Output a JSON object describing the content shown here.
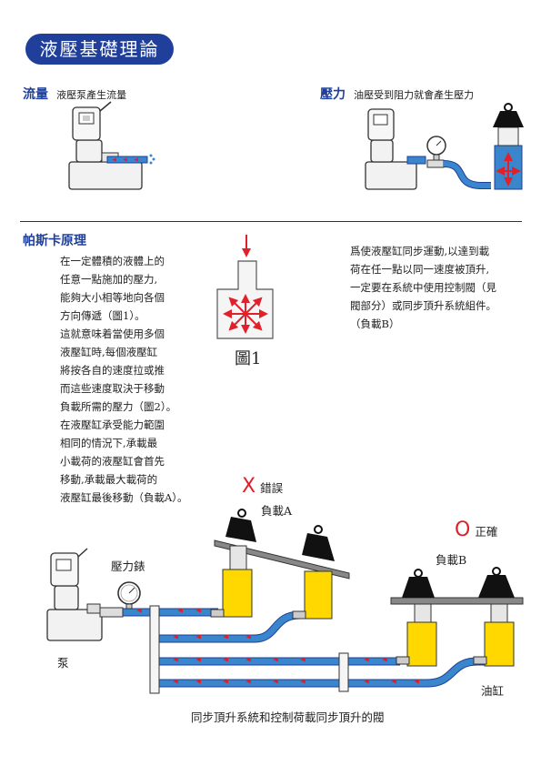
{
  "header": {
    "title": "液壓基礎理論"
  },
  "flow": {
    "heading": "流量",
    "desc": "液壓泵產生流量"
  },
  "pressure": {
    "heading": "壓力",
    "desc": "油壓受到阻力就會產生壓力"
  },
  "pascal": {
    "heading": "帕斯卡原理",
    "left_text": [
      "在一定體積的液體上的",
      "任意一點施加的壓力,",
      "能夠大小相等地向各個",
      "方向傳遞（圖1）。",
      "這就意味着當使用多個",
      "液壓缸時,每個液壓缸",
      "將按各自的速度拉或推",
      "而這些速度取決于移動",
      "負載所需的壓力（圖2）。",
      "在液壓缸承受能力範圍",
      "相同的情況下,承載最",
      "小載荷的液壓缸會首先",
      "移動,承載最大載荷的",
      "液壓缸最後移動（負載A）。"
    ],
    "right_text": [
      "爲使液壓缸同步運動,以達到載",
      "荷在任一點以同一速度被頂升,",
      "一定要在系統中使用控制閥（見",
      "閥部分）或同步頂升系統組件。",
      "（負載B）"
    ],
    "figure_label": "圖1"
  },
  "diagram": {
    "wrong_mark": "X",
    "wrong_text": "錯誤",
    "load_a": "負載A",
    "right_mark": "O",
    "right_text": "正確",
    "load_b": "負載B",
    "gauge_label": "壓力錶",
    "pump_label": "泵",
    "cylinder_label": "油缸",
    "caption": "同步頂升系統和控制荷載同步頂升的閥"
  },
  "colors": {
    "brand_blue": "#1f3f9a",
    "hose_blue": "#3a86cc",
    "arrow_red": "#e0202a",
    "cylinder_yellow": "#ffd800",
    "mark_red": "#e0202a"
  }
}
